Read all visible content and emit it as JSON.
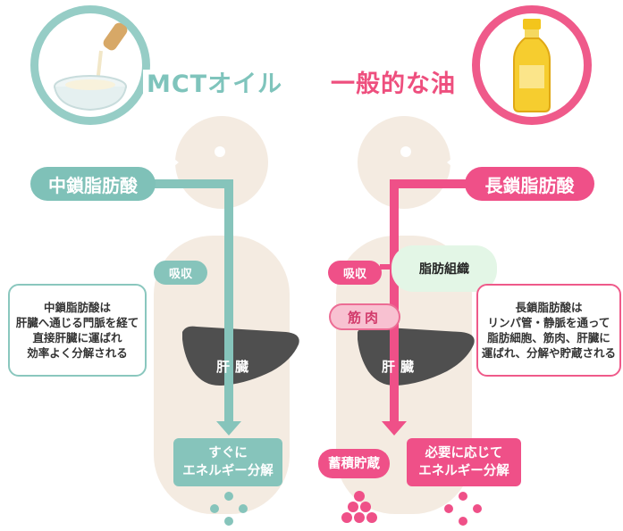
{
  "left": {
    "title": "MCTオイル",
    "acid": "中鎖脂肪酸",
    "absorb": "吸収",
    "liver": "肝臓",
    "description": [
      "中鎖脂肪酸は",
      "肝臓へ通じる門脈を経て",
      "直接肝臓に運ばれ",
      "効率よく分解される"
    ],
    "result": [
      "すぐに",
      "エネルギー分解"
    ]
  },
  "right": {
    "title": "一般的な油",
    "acid": "長鎖脂肪酸",
    "absorb": "吸収",
    "fat_tissue": "脂肪組織",
    "muscle": "筋肉",
    "liver": "肝臓",
    "description": [
      "長鎖脂肪酸は",
      "リンパ管・静脈を通って",
      "脂肪細胞、筋肉、肝臓に",
      "運ばれ、分解や貯蔵される"
    ],
    "result_store": "蓄積貯蔵",
    "result_need": [
      "必要に応じて",
      "エネルギー分解"
    ]
  },
  "colors": {
    "mct": "#86c4bb",
    "oil": "#ef5088",
    "body": "#f4ebe1",
    "liver": "#4f4f4f"
  }
}
